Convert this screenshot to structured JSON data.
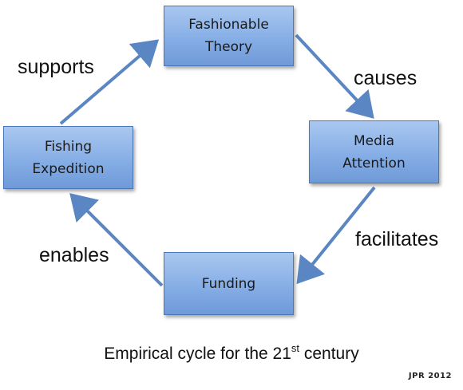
{
  "nodes": {
    "fashionable_theory": "Fashionable\nTheory",
    "media_attention": "Media\nAttention",
    "funding": "Funding",
    "fishing_expedition": "Fishing\nExpedition"
  },
  "edges": {
    "supports": "supports",
    "causes": "causes",
    "facilitates": "facilitates",
    "enables": "enables"
  },
  "caption": {
    "prefix": "Empirical cycle for the 21",
    "superscript": "st",
    "suffix": " century"
  },
  "credit": "JPR 2012",
  "colors": {
    "node_fill": "#86aee6",
    "node_border": "#4a77b5",
    "arrow": "#5b86c4"
  }
}
